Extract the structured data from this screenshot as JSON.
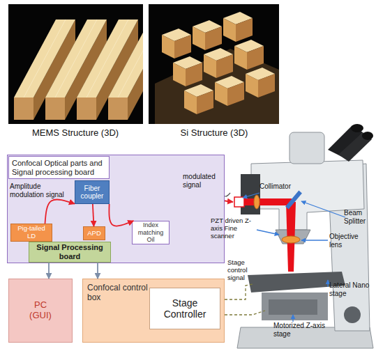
{
  "diagram": {
    "nodes": [
      {
        "text": [
          "Confocal Optical parts and Signal processing board"
        ]
      },
      {
        "text": [
          "Fiber coupler"
        ],
        "in": 0
      },
      {
        "text": [
          "Pig-tailed LD"
        ],
        "in": 0
      },
      {
        "text": [
          "APD"
        ],
        "in": 0
      },
      {
        "text": [
          "Index matching Oil"
        ],
        "in": 0
      },
      {
        "text": [
          "Signal Processing board"
        ],
        "in": 0
      },
      {
        "text": [
          "PC (GUI)"
        ]
      },
      {
        "text": [
          "Confocal control box"
        ]
      },
      {
        "text": [
          "Stage Controller"
        ],
        "in": 7
      }
    ],
    "edges": [
      {
        "from": 2,
        "to": 1,
        "arrow": "to"
      },
      {
        "from": 1,
        "to": 3,
        "arrow": "to"
      },
      {
        "from": 1,
        "to": 4,
        "arrow": "to"
      },
      {
        "from": 5,
        "to": 6,
        "arrow": "to"
      },
      {
        "from": 5,
        "to": 7,
        "arrow": "to"
      }
    ],
    "labels": [
      "MEMS Structure (3D)",
      "Si Structure (3D)",
      "Amplitude modulation signal",
      "modulated signal",
      "Collimator",
      "Beam Splitter",
      "PZT driven Z-axis Fine scanner",
      "Objective lens",
      "Stage control signal",
      "Lateral Nano stage",
      "Motorized Z-axis stage"
    ]
  }
}
